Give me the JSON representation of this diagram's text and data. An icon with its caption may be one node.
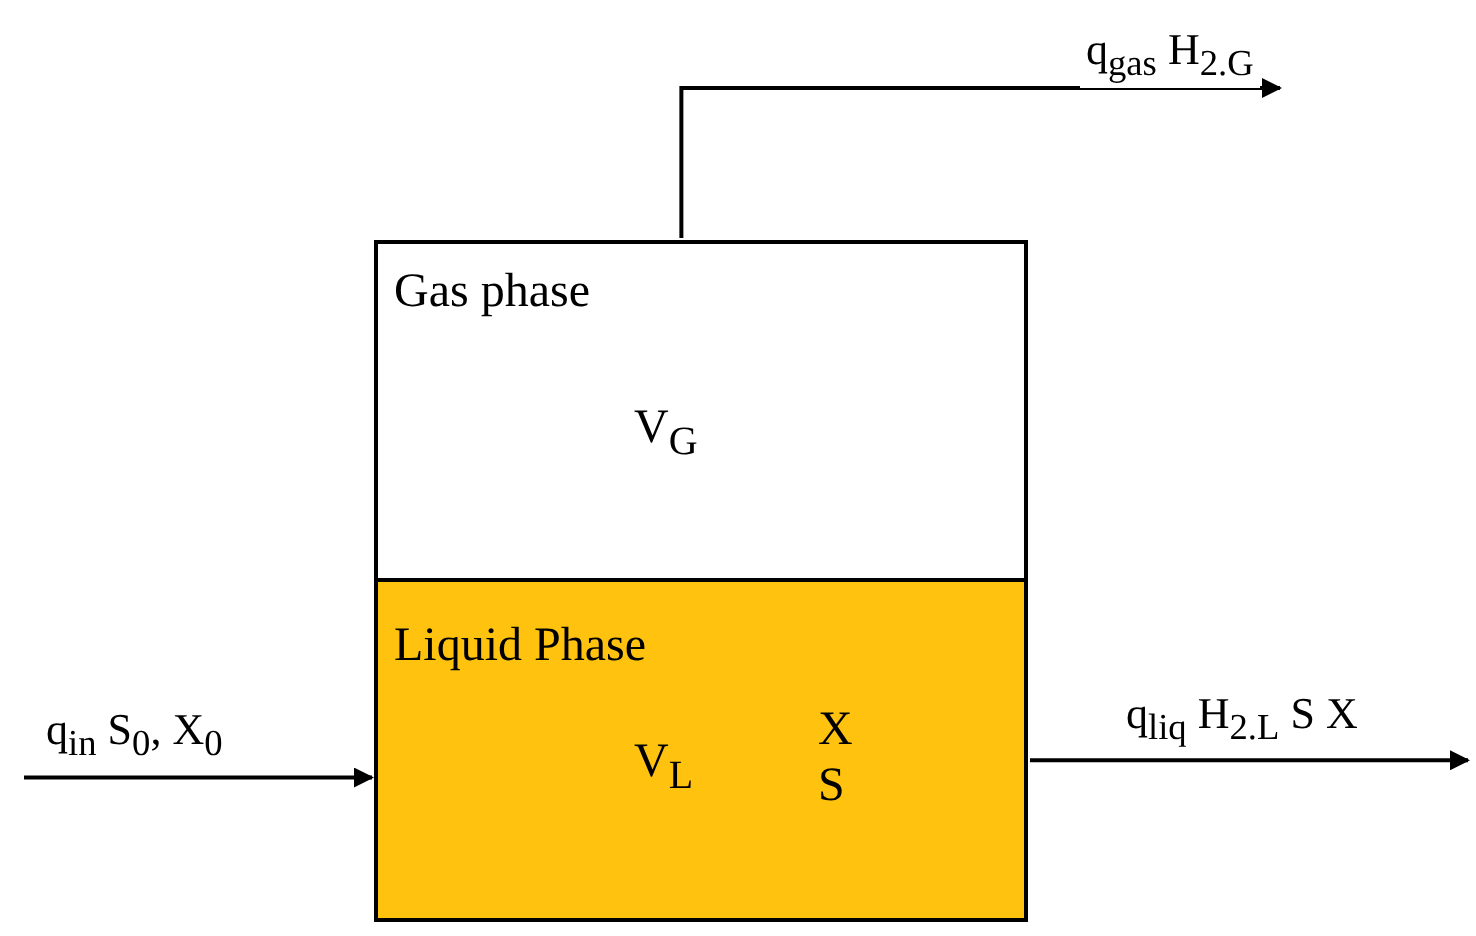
{
  "diagram": {
    "nodes": [
      {
        "text": [
          "Gas phase",
          "V$_{G}$"
        ]
      },
      {
        "text": [
          "Liquid Phase",
          "V$_{L}$",
          "X S"
        ]
      }
    ],
    "edges": [
      {
        "from": null,
        "to": 1,
        "arrow": "to",
        "label": "q$_{in}$ S$_{0}$, X$_{0}$"
      },
      {
        "from": 0,
        "to": null,
        "arrow": "to",
        "label": "q$_{gas}$ H$_{2.G}$"
      },
      {
        "from": 1,
        "to": null,
        "arrow": "to",
        "label": "q$_{liq}$ H$_{2.L}$ S X"
      }
    ]
  }
}
